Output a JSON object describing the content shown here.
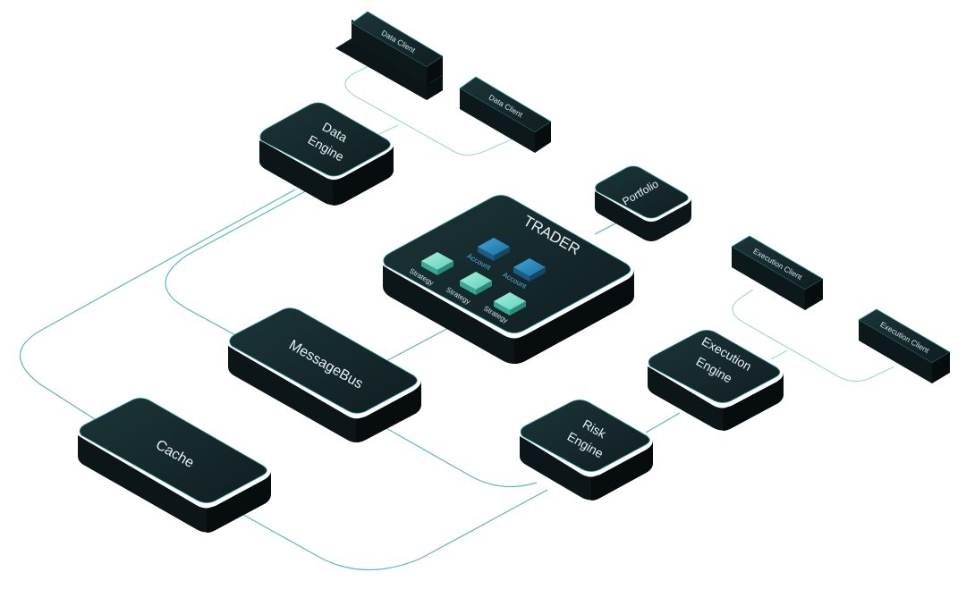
{
  "diagram": {
    "nodes": {
      "data_client_1": "Data Client",
      "data_client_2": "Data Client",
      "data_engine_line1": "Data",
      "data_engine_line2": "Engine",
      "portfolio": "Portfolio",
      "trader": "TRADER",
      "account_1": "Account",
      "account_2": "Account",
      "strategy_1": "Strategy",
      "strategy_2": "Strategy",
      "strategy_3": "Strategy",
      "execution_client_1": "Execution Client",
      "execution_client_2": "Execution Client",
      "message_bus": "MessageBus",
      "execution_engine_line1": "Execution",
      "execution_engine_line2": "Engine",
      "risk_engine_line1": "Risk",
      "risk_engine_line2": "Engine",
      "cache": "Cache"
    },
    "colors": {
      "block_top": "#15292d",
      "block_side": "#0c1517",
      "block_edge": "#2a8f99",
      "connector": "#5ab6c4",
      "connector_light": "#9fdccc",
      "strategy_cube": "#74ddc7",
      "account_cube": "#2e8dc0",
      "label": "#e9f1f2"
    }
  }
}
